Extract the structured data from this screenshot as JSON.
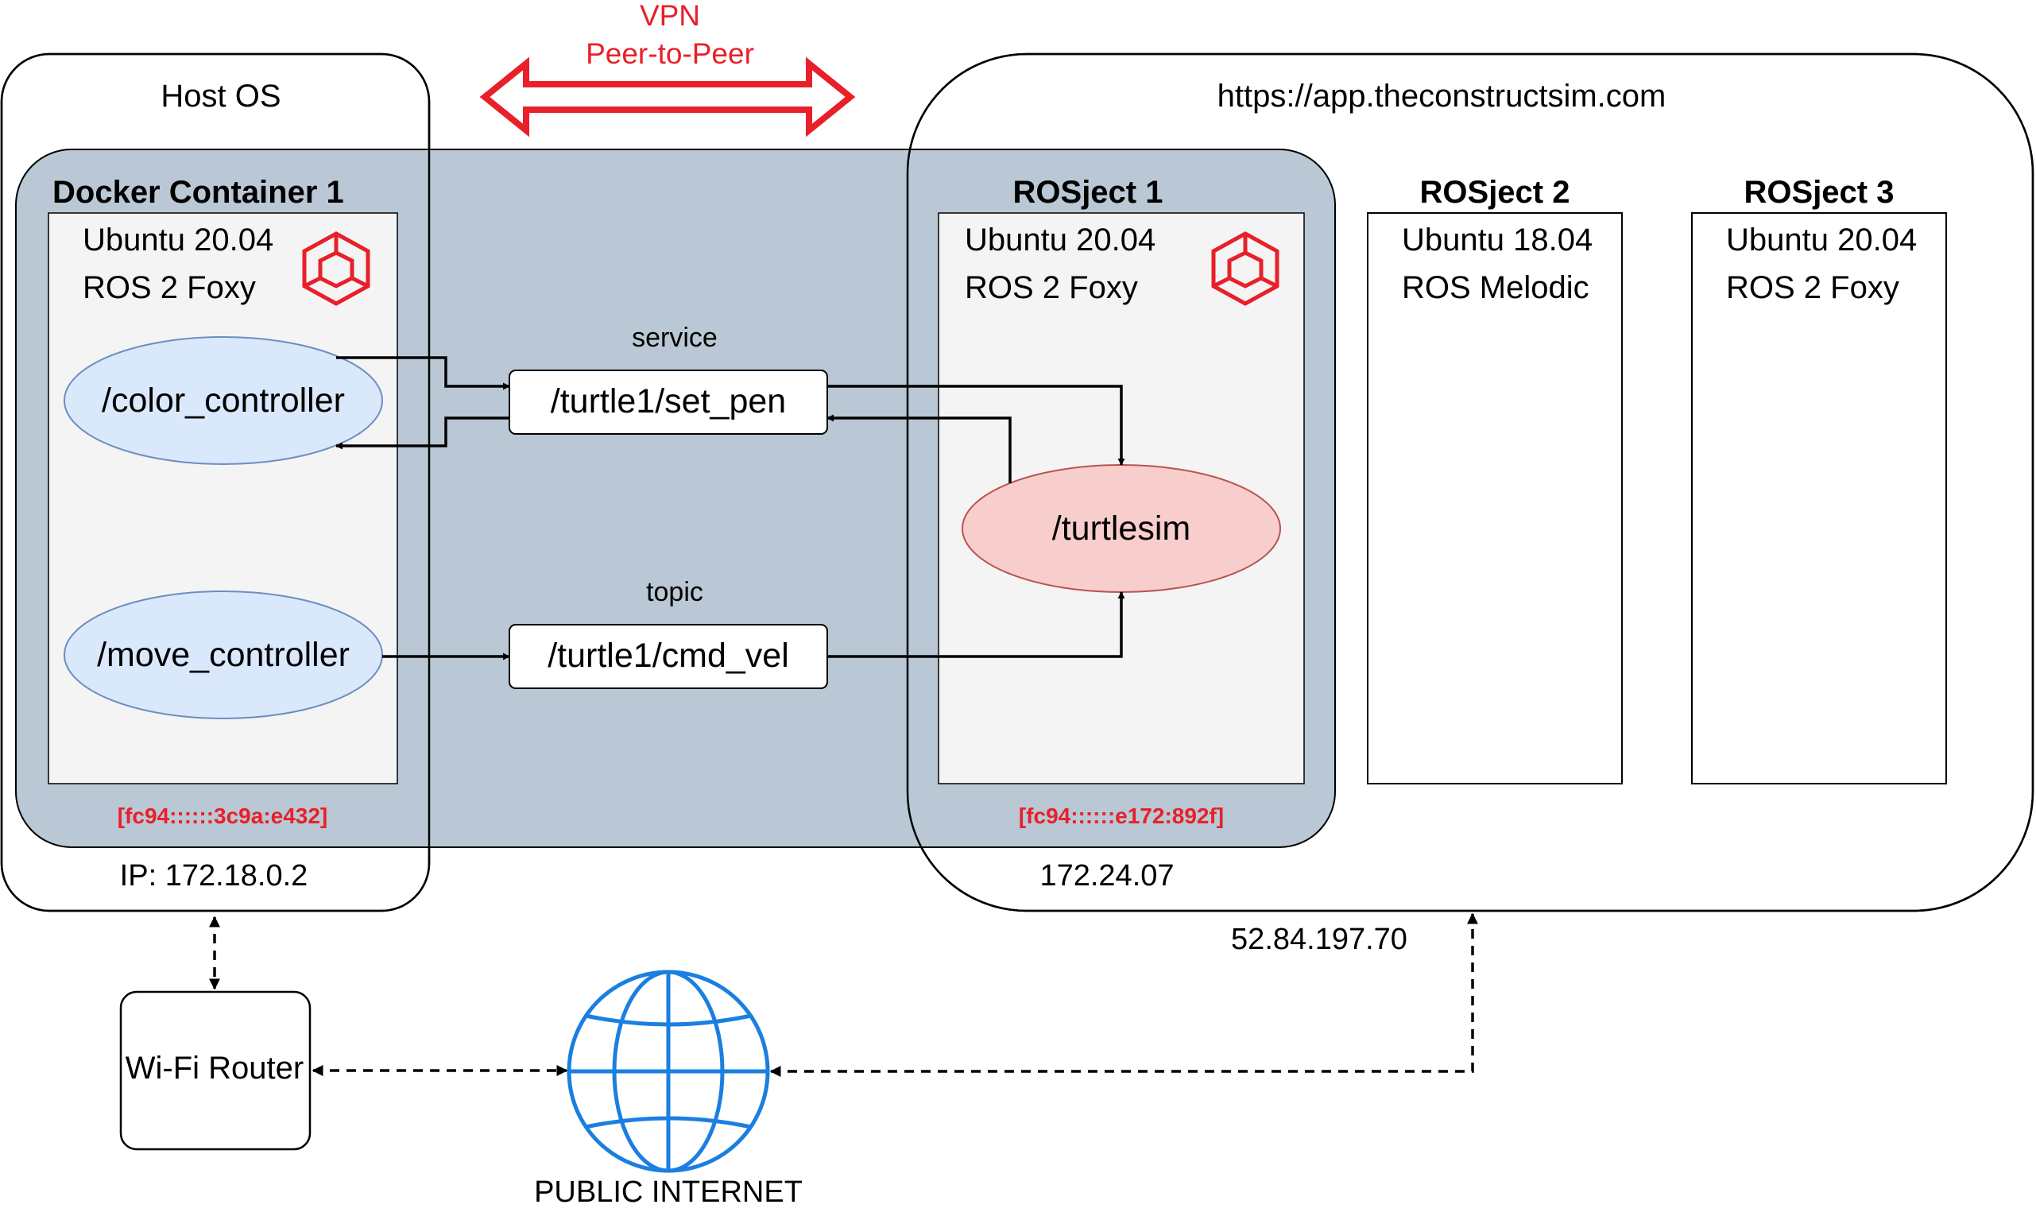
{
  "vpn": {
    "line1": "VPN",
    "line2": "Peer-to-Peer"
  },
  "host_os": {
    "label": "Host OS",
    "ip": "IP: 172.18.0.2"
  },
  "cloud": {
    "url": "https://app.theconstructsim.com",
    "ip": "172.24.07",
    "public_ip": "52.84.197.70"
  },
  "docker": {
    "title": "Docker Container 1",
    "os": "Ubuntu 20.04",
    "ros": "ROS 2 Foxy",
    "ipv6": "[fc94::::::3c9a:e432]",
    "nodes": {
      "color": "/color_controller",
      "move": "/move_controller"
    }
  },
  "rosject1": {
    "title": "ROSject 1",
    "os": "Ubuntu 20.04",
    "ros": "ROS 2 Foxy",
    "ipv6": "[fc94::::::e172:892f]",
    "node": "/turtlesim"
  },
  "rosject2": {
    "title": "ROSject 2",
    "os": "Ubuntu 18.04",
    "ros": "ROS Melodic"
  },
  "rosject3": {
    "title": "ROSject 3",
    "os": "Ubuntu 20.04",
    "ros": "ROS 2 Foxy"
  },
  "service": {
    "label": "service",
    "name": "/turtle1/set_pen"
  },
  "topic": {
    "label": "topic",
    "name": "/turtle1/cmd_vel"
  },
  "router": {
    "label": "Wi-Fi Router"
  },
  "internet": {
    "label": "PUBLIC INTERNET",
    "icon": "globe-icon"
  },
  "colors": {
    "vpn_red": "#e8202a",
    "overlay": "#b9c8d4",
    "panel": "#f4f4f4",
    "node_blue": "#dae8fc",
    "node_red": "#f8cecc",
    "globe_blue": "#1a7fe0"
  }
}
